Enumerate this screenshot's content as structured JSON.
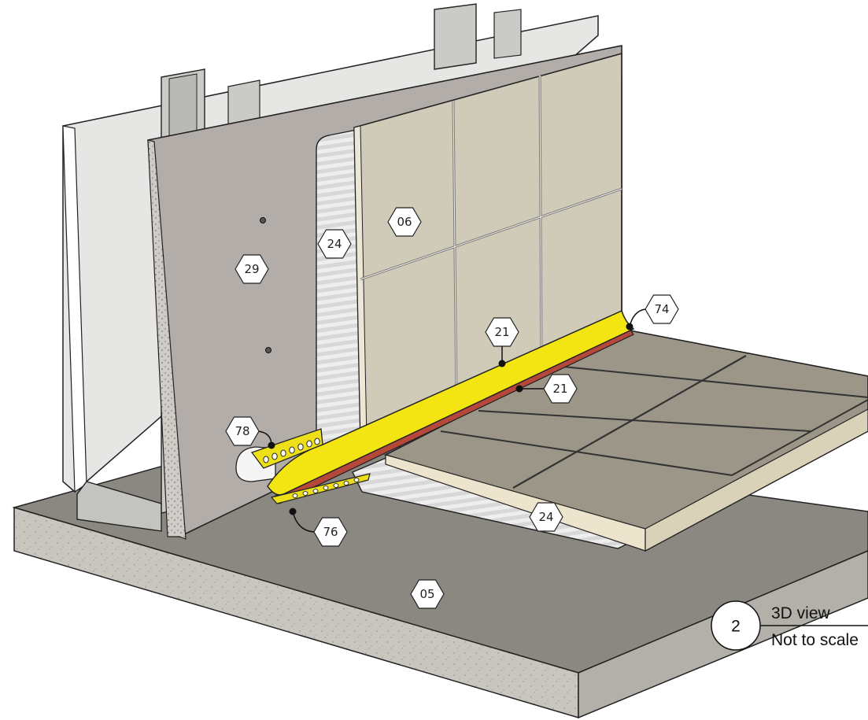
{
  "colors": {
    "slab_top": "#8a8680",
    "slab_front": "#d4d2cc",
    "slab_side": "#b3b0a9",
    "board": "#b2aca8",
    "board_edge": "#d0ccc8",
    "stud": "#c8c8c4",
    "plaster": "#dcdcda",
    "wall_tile": "#cfcab8",
    "floor_tile": "#9b9688",
    "adhesive": "#e8e8e8",
    "profile_yellow": "#f2e512",
    "membrane_red": "#b5483a"
  },
  "labels": {
    "l06": "06",
    "l24_wall": "24",
    "l29": "29",
    "l74": "74",
    "l21_top": "21",
    "l21_mid": "21",
    "l78": "78",
    "l76": "76",
    "l24_floor": "24",
    "l05": "05"
  },
  "caption": {
    "number": "2",
    "title": "3D view",
    "subtitle": "Not to scale"
  }
}
